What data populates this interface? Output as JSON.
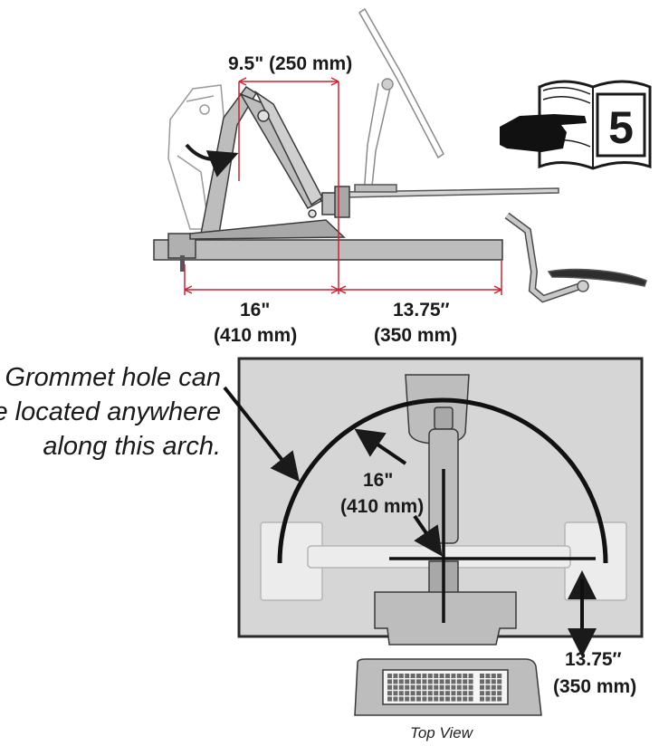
{
  "side_view": {
    "dim_top": "9.5\" (250 mm)",
    "dim_left": "16\"",
    "dim_left_mm": "(410 mm)",
    "dim_right": "13.75″",
    "dim_right_mm": "(350 mm)"
  },
  "manual_ref": {
    "page_number": "5",
    "icon": "book-pointing-hand-icon"
  },
  "caption": {
    "line1": "Grommet hole can",
    "line2": "be located anywhere",
    "line3": "along this arch."
  },
  "top_view": {
    "radius_label": "16\"",
    "radius_mm": "(410 mm)",
    "offset_label": "13.75″",
    "offset_mm": "(350 mm)",
    "view_label": "Top View"
  },
  "colors": {
    "dimension_line": "#cc2233",
    "desk": "#d9d9d9",
    "arm_fill": "#bdbdbd",
    "outline": "#3a3a3a"
  }
}
